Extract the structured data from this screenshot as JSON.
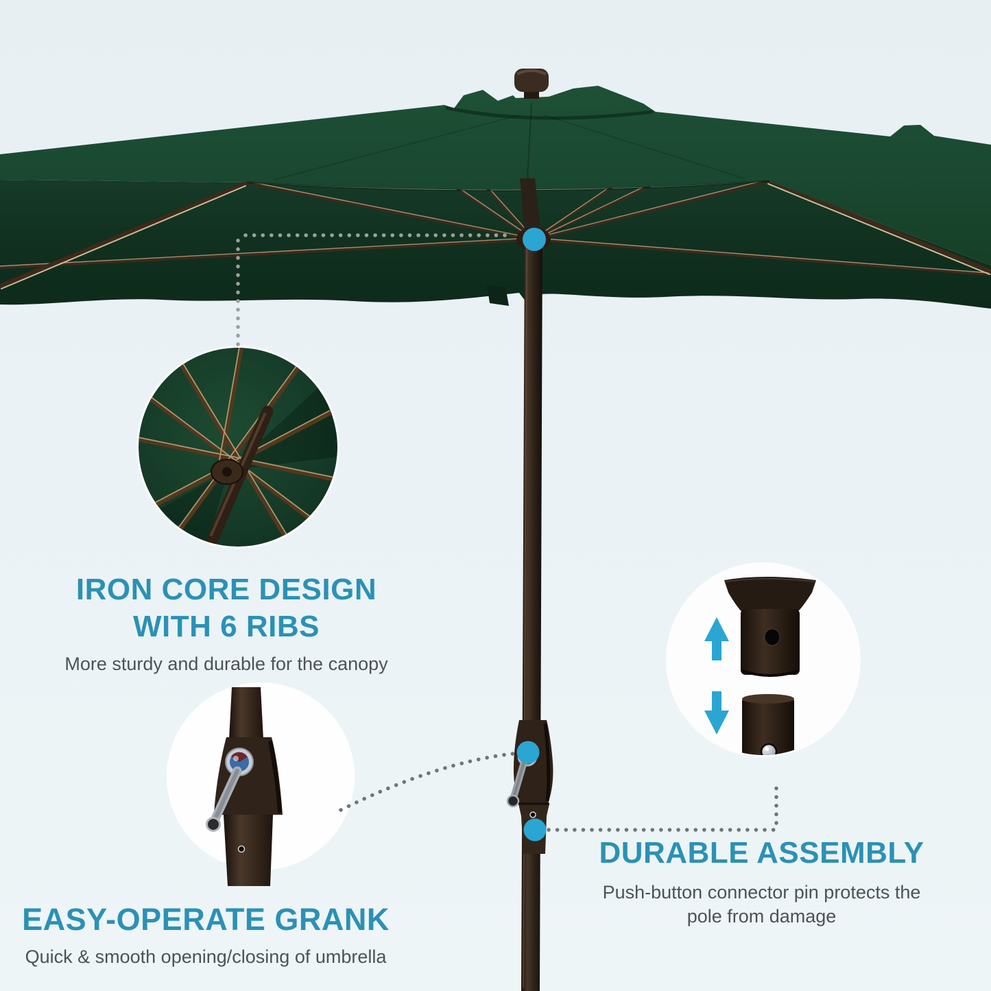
{
  "callouts": [
    {
      "id": "iron-core-design",
      "title_lines": [
        "IRON CORE DESIGN",
        "WITH 6 RIBS"
      ],
      "description_lines": [
        "More sturdy and durable for the canopy"
      ]
    },
    {
      "id": "easy-operate-crank",
      "title_lines": [
        "EASY-OPERATE GRANK"
      ],
      "description_lines": [
        "Quick & smooth opening/closing of umbrella"
      ]
    },
    {
      "id": "durable-assembly",
      "title_lines": [
        "DURABLE ASSEMBLY"
      ],
      "description_lines": [
        "Push-button connector pin protects the",
        "pole from damage"
      ]
    }
  ],
  "icons": {
    "up_arrow": "▲",
    "down_arrow": "▼"
  },
  "colors": {
    "accent_heading_teal": "#2b91b5",
    "marker_dot_teal": "#2ba5d2",
    "canopy_green_top": "#1a4a31",
    "canopy_green_underside": "#11301f",
    "pole_brown": "#2f2318",
    "rib_highlight_tan": "#cdbf9e",
    "dotted_line_gray": "#6f757b",
    "callout_circle_white": "#ffffff",
    "background_light_blue": "#ebf3f6",
    "body_text_gray": "#4d5256"
  }
}
